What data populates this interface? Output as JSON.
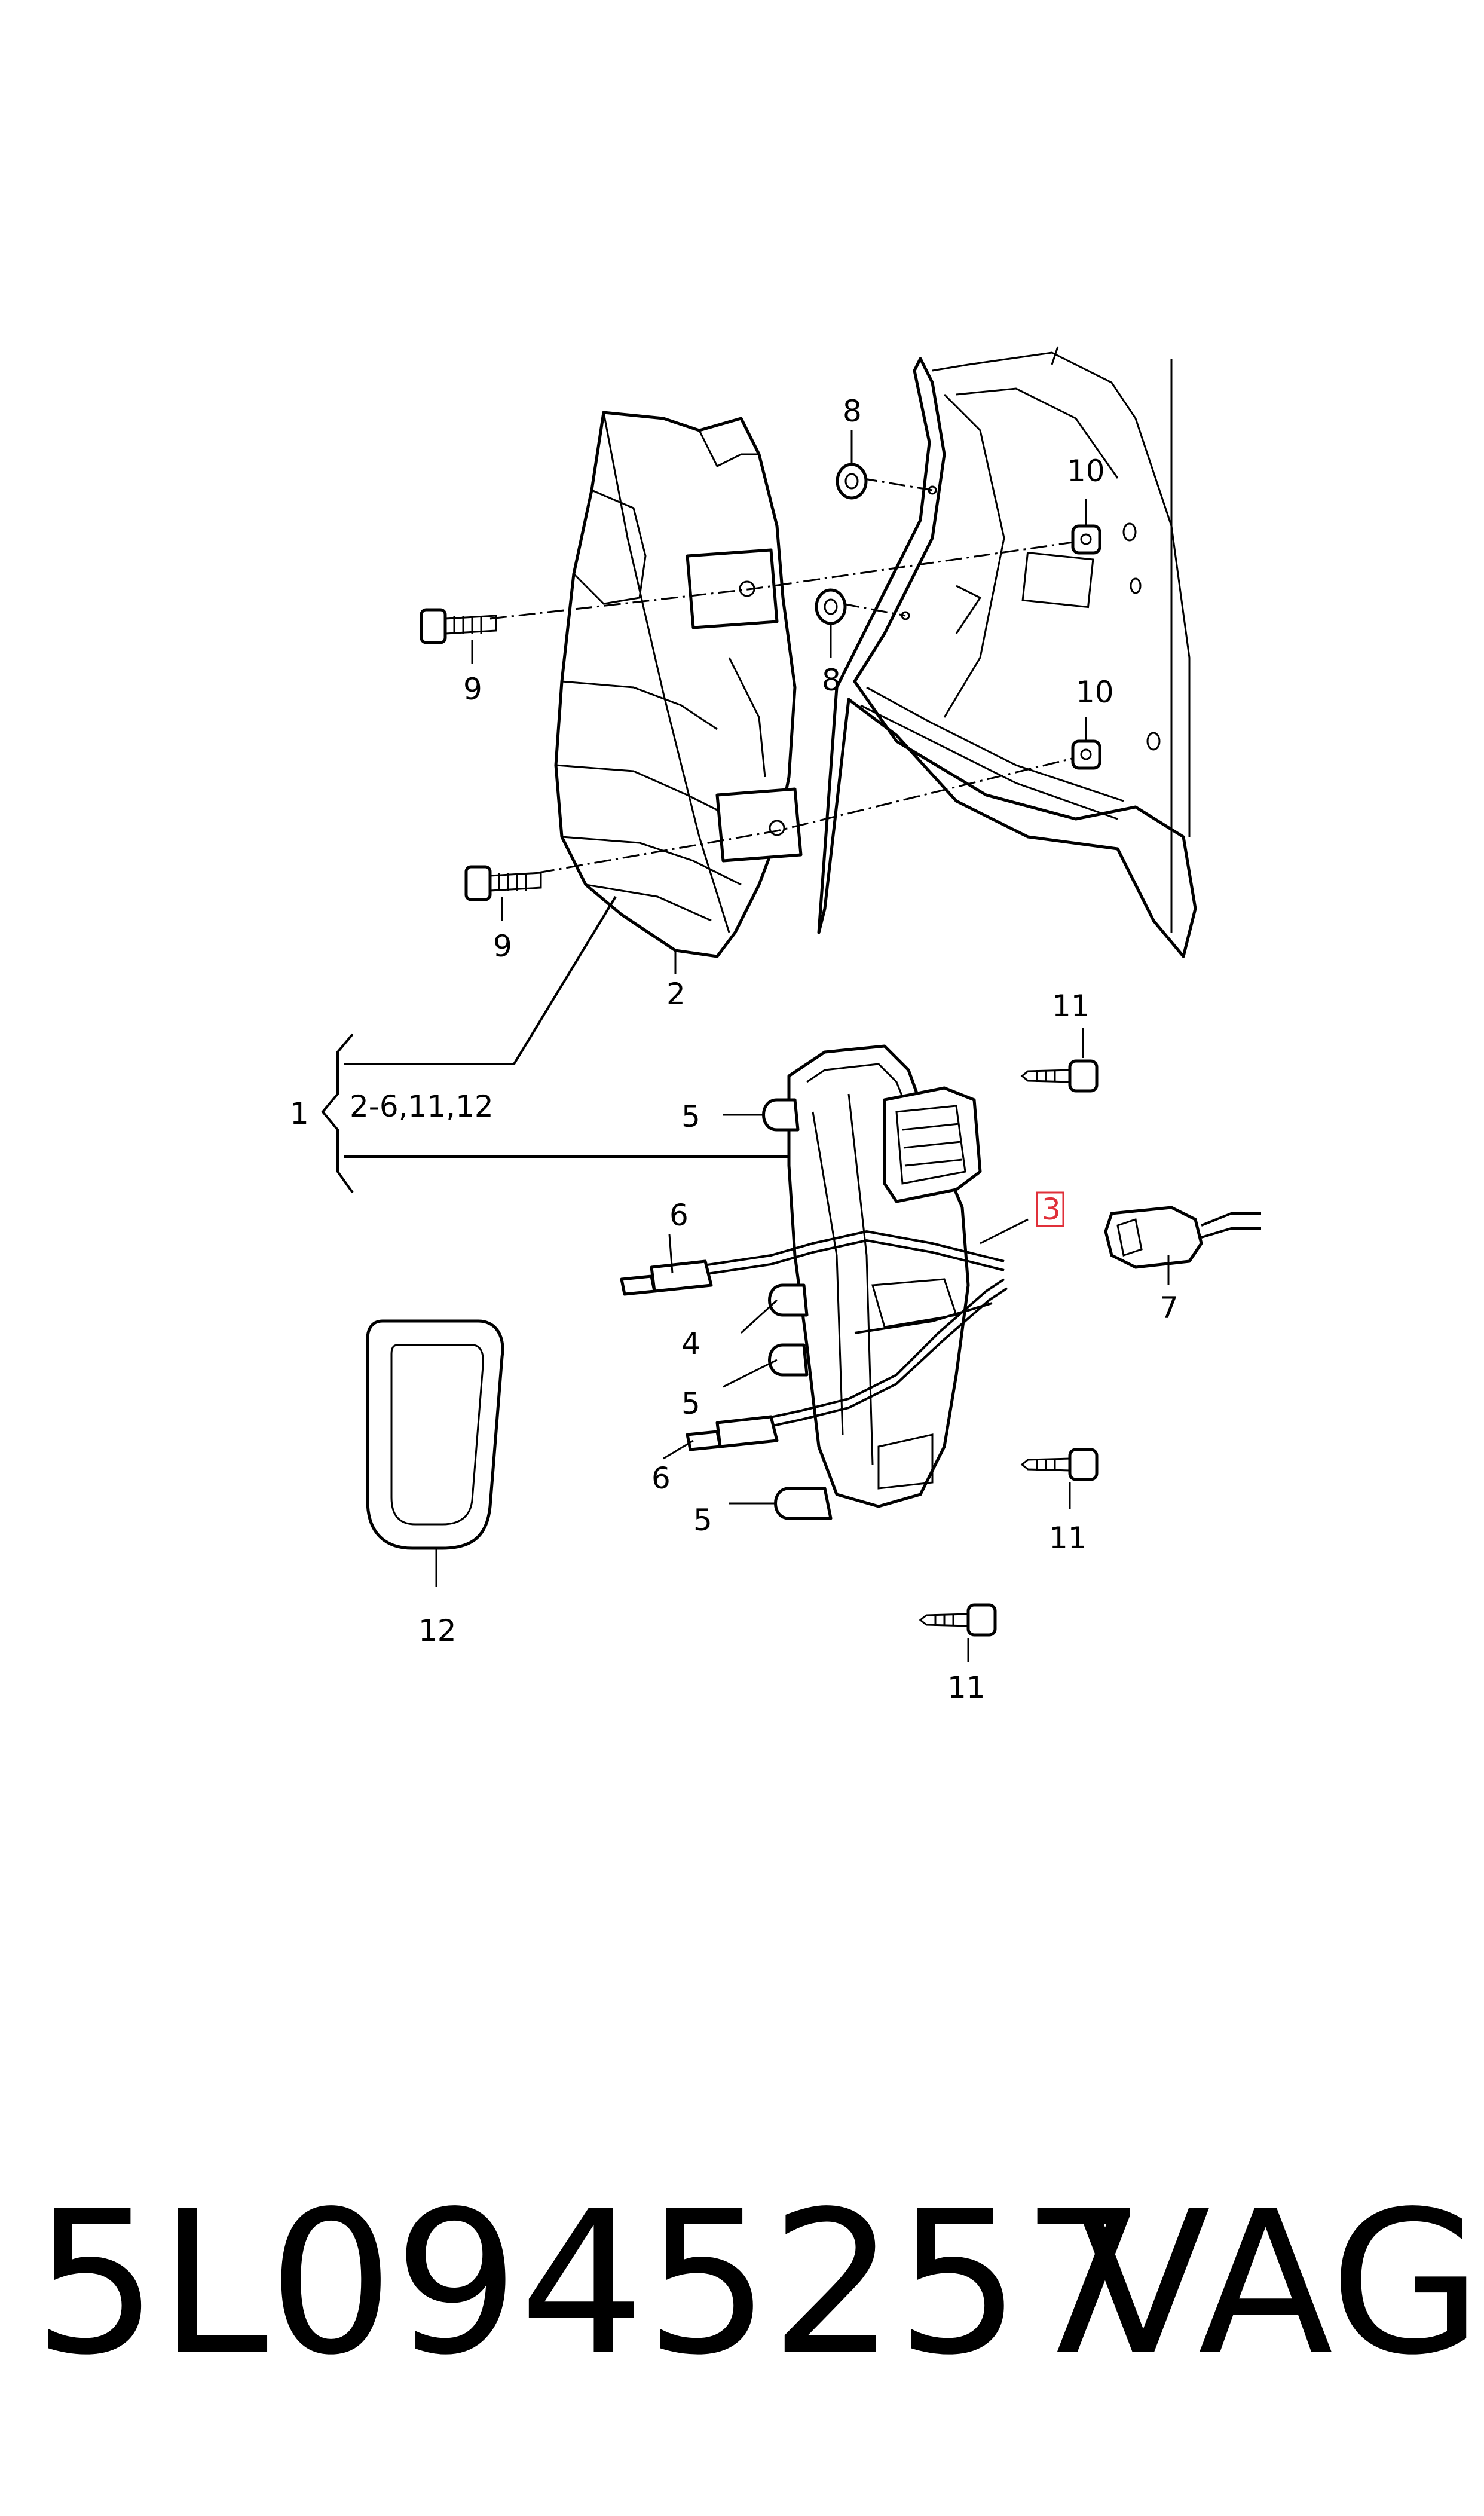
{
  "diagram": {
    "callouts": {
      "c1": "1",
      "c1_range": "2-6,11,12",
      "c2": "2",
      "c3": "3",
      "c4": "4",
      "c5": "5",
      "c6": "6",
      "c7": "7",
      "c8": "8",
      "c9": "9",
      "c10": "10",
      "c11": "11",
      "c12": "12"
    },
    "highlighted_callout": "3",
    "highlight_color": "#e0303a"
  },
  "footer": {
    "part_number": "5L0945257",
    "brand": "VAG"
  }
}
